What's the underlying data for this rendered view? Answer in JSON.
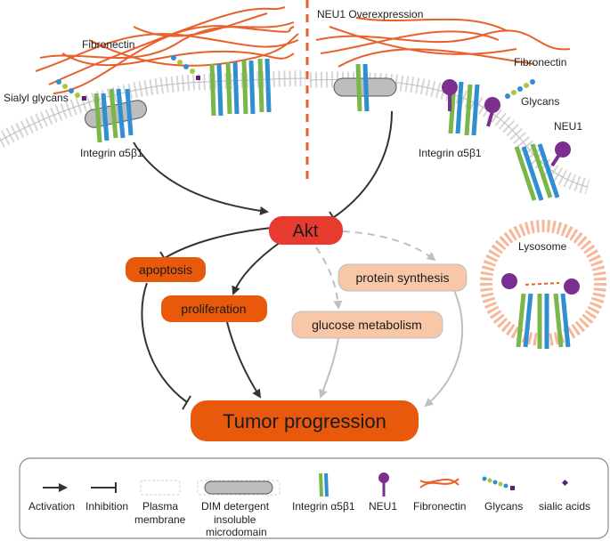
{
  "scene": {
    "left_labels": {
      "fibronectin": "Fibronectin",
      "sialyl_glycans": "Sialyl glycans",
      "integrin": "Integrin α5β1"
    },
    "right_labels": {
      "condition": "NEU1 Overexpression",
      "fibronectin": "Fibronectin",
      "glycans": "Glycans",
      "integrin": "Integrin α5β1",
      "neu1": "NEU1",
      "lysosome": "Lysosome"
    }
  },
  "nodes": {
    "akt": "Akt",
    "apoptosis": "apoptosis",
    "proliferation": "proliferation",
    "protein_synthesis": "protein synthesis",
    "glucose_metabolism": "glucose metabolism",
    "tumor_progression": "Tumor progression"
  },
  "colors": {
    "akt": "#e63b2e",
    "orange_box": "#e8590c",
    "pale_box": "#f7c7a8",
    "fibronectin": "#e8602a",
    "integrin_green": "#7ab648",
    "integrin_blue": "#2f8fd0",
    "neu1": "#7b2f8e",
    "glycan_blue": "#2f8fd0",
    "glycan_green": "#a7c83a",
    "sialic": "#5b1f7a",
    "membrane": "#cfcfcf",
    "lysosome": "#f6b79a",
    "arrow_dark": "#333333",
    "arrow_light": "#bfbfbf",
    "divider": "#e8602a"
  },
  "legend": {
    "activation": "Activation",
    "inhibition": "Inhibition",
    "plasma_membrane_l1": "Plasma",
    "plasma_membrane_l2": "membrane",
    "dim_l1": "DIM detergent",
    "dim_l2": "insoluble",
    "dim_l3": "microdomain",
    "integrin": "Integrin α5β1",
    "neu1": "NEU1",
    "fibronectin": "Fibronectin",
    "glycans": "Glycans",
    "sialic_acids": "sialic acids"
  }
}
